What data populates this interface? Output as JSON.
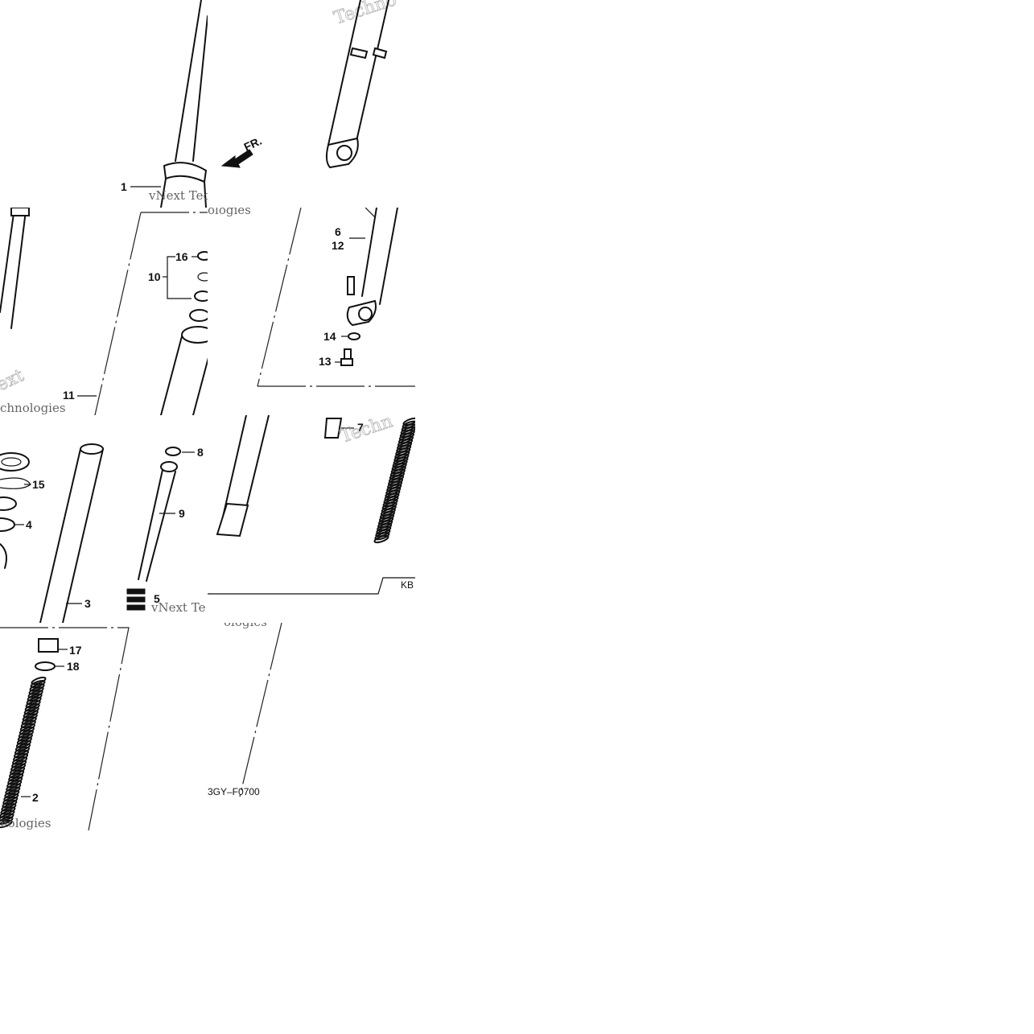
{
  "diagram": {
    "callouts": {
      "c1": "1",
      "c2": "2",
      "c3": "3",
      "c4": "4",
      "c5": "5",
      "c6": "6",
      "c7": "7",
      "c8": "8",
      "c9": "9",
      "c10": "10",
      "c11": "11",
      "c12": "12",
      "c13": "13",
      "c14": "14",
      "c15": "15",
      "c16": "16",
      "c17": "17",
      "c18": "18"
    },
    "direction_label": "FR.",
    "diagram_code": "3GY–F0700",
    "code_fragment": "KB",
    "watermark": {
      "line1": "vNext",
      "line2": "Technologies",
      "tech": "Techno",
      "tech_b": "Techn",
      "vnext_tec": "vNext Tec",
      "vnext_te": "vNext Te",
      "ext": "ext",
      "nologies": "nologies",
      "ologies": "ologies",
      "chnologies": "chnologies"
    }
  }
}
